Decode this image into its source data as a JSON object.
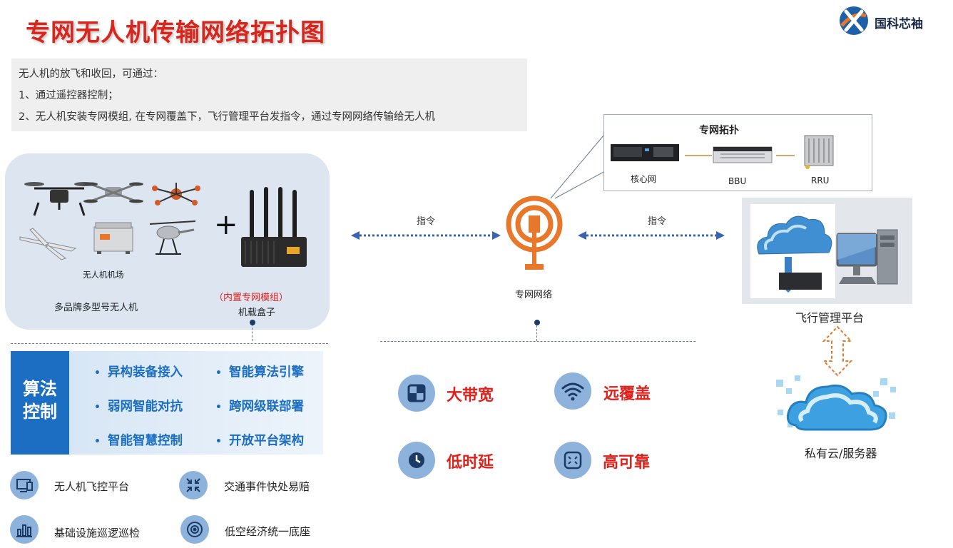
{
  "header": {
    "title": "专网无人机传输网络拓扑图",
    "brand": "国科芯袖"
  },
  "description": {
    "lines": [
      "无人机的放飞和收回，可通过：",
      "1、通过遥控器控制；",
      "2、无人机安装专网模组, 在专网覆盖下，飞行管理平台发指令，通过专网网络传输给无人机"
    ]
  },
  "drone_panel": {
    "airport_label": "无人机机场",
    "drones_label": "多品牌多型号无人机",
    "plus": "+",
    "box_note": "（内置专网模组）",
    "box_label": "机载盒子"
  },
  "network": {
    "label": "专网网络",
    "cmd_left": "指令",
    "cmd_right": "指令"
  },
  "topology": {
    "title": "专网拓扑",
    "nodes": [
      "核心网",
      "BBU",
      "RRU"
    ]
  },
  "platform": {
    "label": "飞行管理平台",
    "cloud_label": "私有云/服务器"
  },
  "algorithm": {
    "title_line1": "算法",
    "title_line2": "控制",
    "items": [
      "异构装备接入",
      "智能算法引擎",
      "弱网智能对抗",
      "跨网级联部署",
      "智能智慧控制",
      "开放平台架构"
    ]
  },
  "applications": [
    "无人机飞控平台",
    "交通事件快处易赔",
    "基础设施巡逻巡检",
    "低空经济统一底座"
  ],
  "features": [
    "大带宽",
    "远覆盖",
    "低时延",
    "高可靠"
  ],
  "colors": {
    "title_red": "#d9251c",
    "accent_blue": "#1b6ec2",
    "icon_blue": "#8db3dd",
    "arrow_blue": "#3a64b0",
    "orange": "#e8772a",
    "feature_red": "#e0201b"
  },
  "icons": {
    "network": "antenna-signal-icon",
    "broadband": "grid-icon",
    "coverage": "wifi-icon",
    "latency": "clock-icon",
    "reliable": "shield-icon"
  }
}
